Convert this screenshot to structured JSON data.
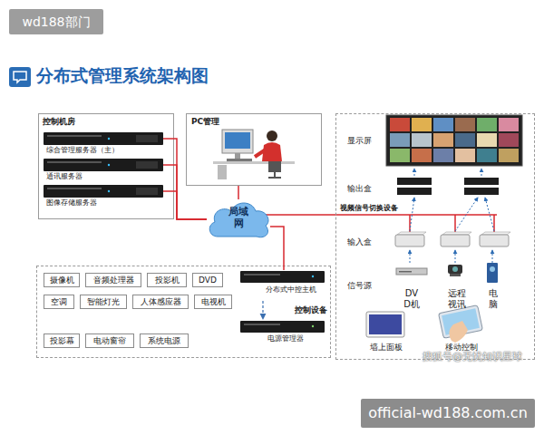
{
  "diagram": {
    "title": "分布式管理系统架构图",
    "nodes": [
      {
        "text": [
          "控制机房"
        ]
      },
      {
        "text": [
          "综合管理服务器（主）"
        ],
        "in": 0
      },
      {
        "text": [
          "通讯服务器"
        ],
        "in": 0
      },
      {
        "text": [
          "图像存储服务器"
        ],
        "in": 0
      },
      {
        "text": [
          "PC管理"
        ]
      },
      {
        "text": [
          "显示屏",
          "输出盒",
          "视频信号切换设备",
          "输入盒",
          "信号源"
        ]
      },
      {
        "text": [
          "DV D机"
        ],
        "in": 5
      },
      {
        "text": [
          "远程 视讯"
        ],
        "in": 5
      },
      {
        "text": [
          "电 脑"
        ],
        "in": 5
      },
      {
        "text": [
          "墙上面板"
        ],
        "in": 5
      },
      {
        "text": [
          "移动控制"
        ],
        "in": 5
      },
      {
        "text": [
          "局域 网"
        ]
      },
      {
        "text": [
          "控制设备"
        ]
      },
      {
        "text": [
          "摄像机"
        ],
        "in": 12
      },
      {
        "text": [
          "音频处理器"
        ],
        "in": 12
      },
      {
        "text": [
          "投影机"
        ],
        "in": 12
      },
      {
        "text": [
          "DVD"
        ],
        "in": 12
      },
      {
        "text": [
          "空调"
        ],
        "in": 12
      },
      {
        "text": [
          "智能灯光"
        ],
        "in": 12
      },
      {
        "text": [
          "人体感应器"
        ],
        "in": 12
      },
      {
        "text": [
          "电视机"
        ],
        "in": 12
      },
      {
        "text": [
          "投影幕"
        ],
        "in": 12
      },
      {
        "text": [
          "电动窗帘"
        ],
        "in": 12
      },
      {
        "text": [
          "系统电源"
        ],
        "in": 12
      },
      {
        "text": [
          "分布式中控主机"
        ],
        "in": 12
      },
      {
        "text": [
          "电源管理器"
        ],
        "in": 12
      }
    ],
    "edges": [
      {
        "from": 1,
        "to": 11,
        "arrow": "none"
      },
      {
        "from": 2,
        "to": 11,
        "arrow": "none"
      },
      {
        "from": 3,
        "to": 11,
        "arrow": "none"
      },
      {
        "from": 4,
        "to": 11,
        "arrow": "none"
      },
      {
        "from": 11,
        "to": 24,
        "arrow": "none"
      },
      {
        "from": 24,
        "to": 25,
        "arrow": "to"
      }
    ],
    "labels": [
      "wd188部门",
      "搜狐号@无忧知识星球",
      "official-wd188.com.cn"
    ]
  }
}
